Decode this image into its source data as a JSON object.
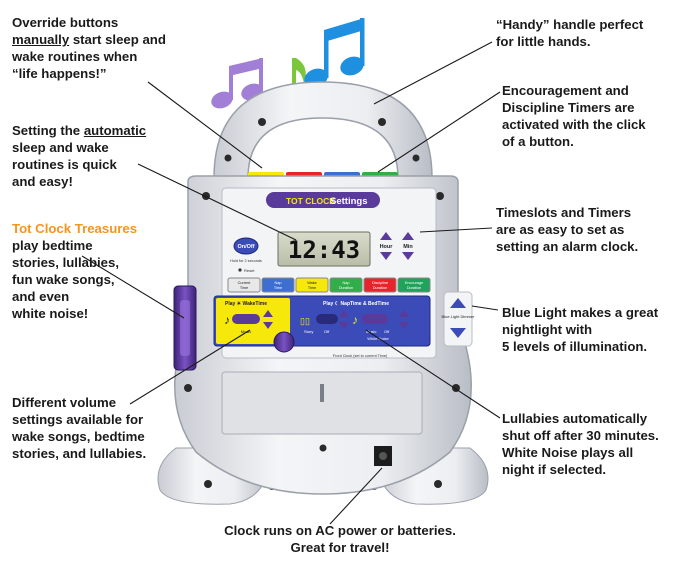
{
  "callouts": {
    "override": {
      "l1": "Override buttons",
      "l2_u": "manually",
      "l2_rest": " start sleep and",
      "l3": "wake routines when",
      "l4": "“life happens!”"
    },
    "handle": {
      "l1": "“Handy” handle perfect",
      "l2": "for little hands."
    },
    "automatic": {
      "l1": "Setting the ",
      "l1_u": "automatic",
      "l2": "sleep and wake",
      "l3": "routines is quick",
      "l4": "and easy!"
    },
    "timers": {
      "l1": "Encouragement and",
      "l2": "Discipline Timers are",
      "l3": "activated with the click",
      "l4": "of a button."
    },
    "treasures": {
      "title": "Tot Clock Treasures",
      "l1": "play bedtime",
      "l2": "stories, lullabies,",
      "l3": "fun wake songs,",
      "l4": "and even",
      "l5": "white noise!"
    },
    "timeslots": {
      "l1": "Timeslots and Timers",
      "l2": "are as easy to set as",
      "l3": "setting an alarm clock."
    },
    "bluelight": {
      "l1": "Blue Light makes a great",
      "l2": "nightlight with",
      "l3": "5 levels of illumination."
    },
    "volume": {
      "l1": "Different volume",
      "l2": "settings available for",
      "l3": "wake songs, bedtime",
      "l4": "stories, and lullabies."
    },
    "lullabies": {
      "l1": "Lullabies automatically",
      "l2": "shut off after 30 minutes.",
      "l3": "White Noise plays all",
      "l4": "night if selected."
    },
    "power": {
      "l1": "Clock runs on AC power or batteries.",
      "l2": "Great for travel!"
    }
  },
  "device": {
    "logo": "TOT CLOCK",
    "settings": "Settings",
    "time": "12:43",
    "onoff": "On/Off",
    "hold": "Hold for 2 seconds",
    "reset": "Reset",
    "hour": "Hour",
    "min": "Min",
    "tabs": [
      "Current Time",
      "Nap Time",
      "Wake Time",
      "Nap Duration",
      "Discipline Duration",
      "Encourage Duration"
    ],
    "tab_colors": [
      "#e8e8e8",
      "#3d6fd1",
      "#f7e80c",
      "#2fae4a",
      "#e8232b",
      "#1fa35a"
    ],
    "play_wake": "Play ☀ WakeTime",
    "play_nap": "Play ☾ NapTime & BedTime",
    "music": "Music",
    "vol": "Vol",
    "story": "Story",
    "off": "Off",
    "white_noise": "White Noise",
    "front_clock": "Front Clock (set to current Time)",
    "blue_light": "Blue Light Dimmer",
    "colors": {
      "yellow": "#f7e80c",
      "purple": "#5a3a9a",
      "blue_panel": "#3b4bb8",
      "body": "#e9ebef",
      "handle_colors": [
        "#f7e80c",
        "#e8232b",
        "#3d6fd1",
        "#2fae4a"
      ]
    }
  }
}
